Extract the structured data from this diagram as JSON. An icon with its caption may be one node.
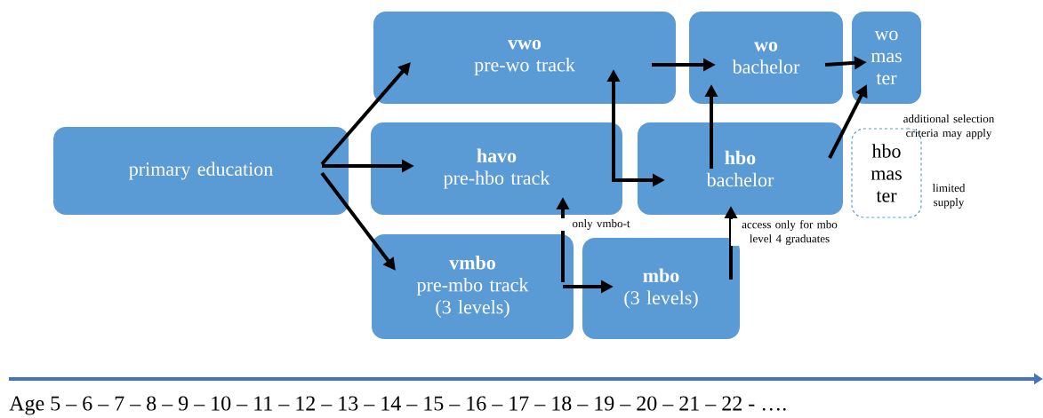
{
  "diagram": {
    "nodes": [
      {
        "text": [
          "primary education"
        ]
      },
      {
        "text": [
          "vwo",
          "pre-wo track"
        ]
      },
      {
        "text": [
          "wo",
          "bachelor"
        ]
      },
      {
        "text": [
          "wo mas ter"
        ]
      },
      {
        "text": [
          "havo",
          "pre-hbo track"
        ]
      },
      {
        "text": [
          "hbo",
          "bachelor"
        ]
      },
      {
        "text": [
          "hbo mas ter"
        ],
        "beside": [
          "limited supply"
        ]
      },
      {
        "text": [
          "vmbo",
          "pre-mbo track (3 levels)"
        ]
      },
      {
        "text": [
          "mbo",
          "(3 levels)"
        ]
      }
    ],
    "edges": [
      {
        "from": 0,
        "to": 1,
        "arrow": "to"
      },
      {
        "from": 0,
        "to": 4,
        "arrow": "to"
      },
      {
        "from": 0,
        "to": 7,
        "arrow": "to"
      },
      {
        "from": 1,
        "to": 2,
        "arrow": "to"
      },
      {
        "from": 2,
        "to": 3,
        "arrow": "to"
      },
      {
        "from": 4,
        "to": 1,
        "arrow": "to"
      },
      {
        "from": 4,
        "to": 5,
        "arrow": "to"
      },
      {
        "from": 5,
        "to": 2,
        "arrow": "to"
      },
      {
        "from": 5,
        "to": 3,
        "arrow": "to"
      },
      {
        "from": 7,
        "to": 4,
        "arrow": "to",
        "label": "only vmbo-t"
      },
      {
        "from": 7,
        "to": 8,
        "arrow": "to"
      },
      {
        "from": 8,
        "to": 5,
        "arrow": "to",
        "label": "access only for mbo level 4 graduates"
      }
    ],
    "labels": [
      "additional selection criteria may apply",
      "Age 5 – 6 – 7 – 8 – 9 – 10 – 11 – 12 – 13 – 14 – 15 – 16 – 17 – 18 – 19 – 20 – 21 – 22 - …."
    ]
  }
}
